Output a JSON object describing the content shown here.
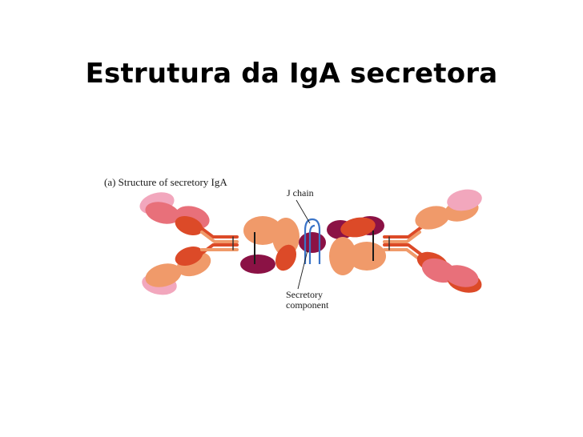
{
  "slide": {
    "title": "Estrutura da IgA secretora"
  },
  "figure": {
    "caption": "(a)  Structure of secretory IgA",
    "labels": {
      "j_chain": "J chain",
      "secretory_line1": "Secretory",
      "secretory_line2": "component"
    }
  },
  "colors": {
    "light_pink": "#f2a7bd",
    "pink": "#e8707a",
    "orange": "#f09a6a",
    "red_orange": "#dc4a28",
    "maroon": "#8b1245",
    "j_chain_blue": "#3a74c8"
  }
}
